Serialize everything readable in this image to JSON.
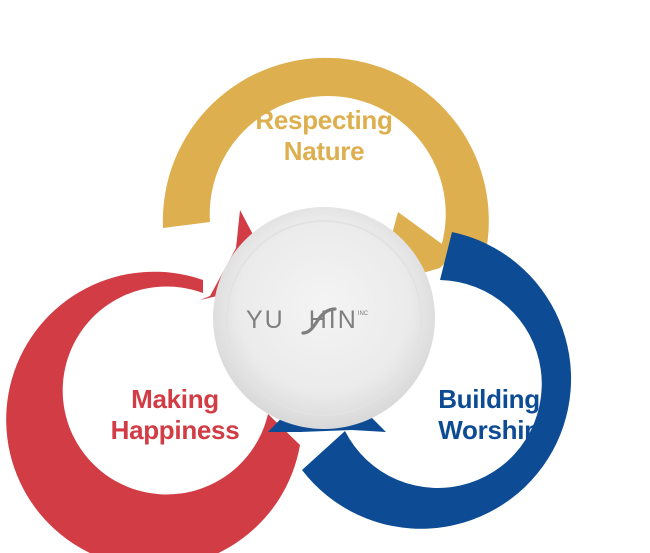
{
  "colors": {
    "gold": "#DEAF4E",
    "red": "#D13C45",
    "blue": "#0D4C95",
    "center_light": "#F2F2F2",
    "center_dark": "#D6D6D6",
    "logo_gray": "#7F7F7F"
  },
  "cycle": [
    {
      "id": "top",
      "lines": [
        "Respecting",
        "Nature"
      ],
      "color": "#DEAF4E"
    },
    {
      "id": "left",
      "lines": [
        "Making",
        "Happiness"
      ],
      "color": "#D13C45"
    },
    {
      "id": "right",
      "lines": [
        "Building",
        "Worship"
      ],
      "color": "#0D4C95"
    }
  ],
  "center_logo": {
    "text_a": "YU",
    "text_b": "HIN",
    "mark": "s-wave-mark",
    "suffix": "INC"
  }
}
